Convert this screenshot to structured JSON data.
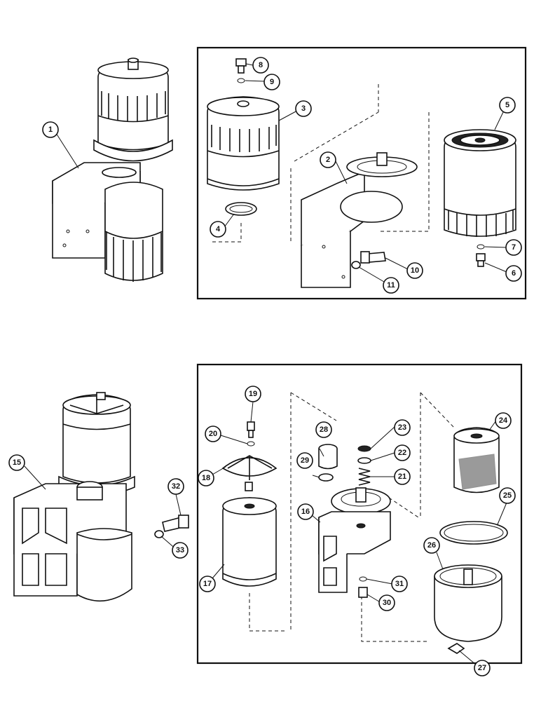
{
  "callouts": [
    {
      "id": "c1",
      "label": "1"
    },
    {
      "id": "c2",
      "label": "2"
    },
    {
      "id": "c3",
      "label": "3"
    },
    {
      "id": "c4",
      "label": "4"
    },
    {
      "id": "c5",
      "label": "5"
    },
    {
      "id": "c6",
      "label": "6"
    },
    {
      "id": "c7",
      "label": "7"
    },
    {
      "id": "c8",
      "label": "8"
    },
    {
      "id": "c9",
      "label": "9"
    },
    {
      "id": "c10",
      "label": "10"
    },
    {
      "id": "c11",
      "label": "11"
    },
    {
      "id": "c15",
      "label": "15"
    },
    {
      "id": "c16",
      "label": "16"
    },
    {
      "id": "c17",
      "label": "17"
    },
    {
      "id": "c18",
      "label": "18"
    },
    {
      "id": "c19",
      "label": "19"
    },
    {
      "id": "c20",
      "label": "20"
    },
    {
      "id": "c21",
      "label": "21"
    },
    {
      "id": "c22",
      "label": "22"
    },
    {
      "id": "c23",
      "label": "23"
    },
    {
      "id": "c24",
      "label": "24"
    },
    {
      "id": "c25",
      "label": "25"
    },
    {
      "id": "c26",
      "label": "26"
    },
    {
      "id": "c27",
      "label": "27"
    },
    {
      "id": "c28",
      "label": "28"
    },
    {
      "id": "c29",
      "label": "29"
    },
    {
      "id": "c30",
      "label": "30"
    },
    {
      "id": "c31",
      "label": "31"
    },
    {
      "id": "c32",
      "label": "32"
    },
    {
      "id": "c33",
      "label": "33"
    }
  ]
}
